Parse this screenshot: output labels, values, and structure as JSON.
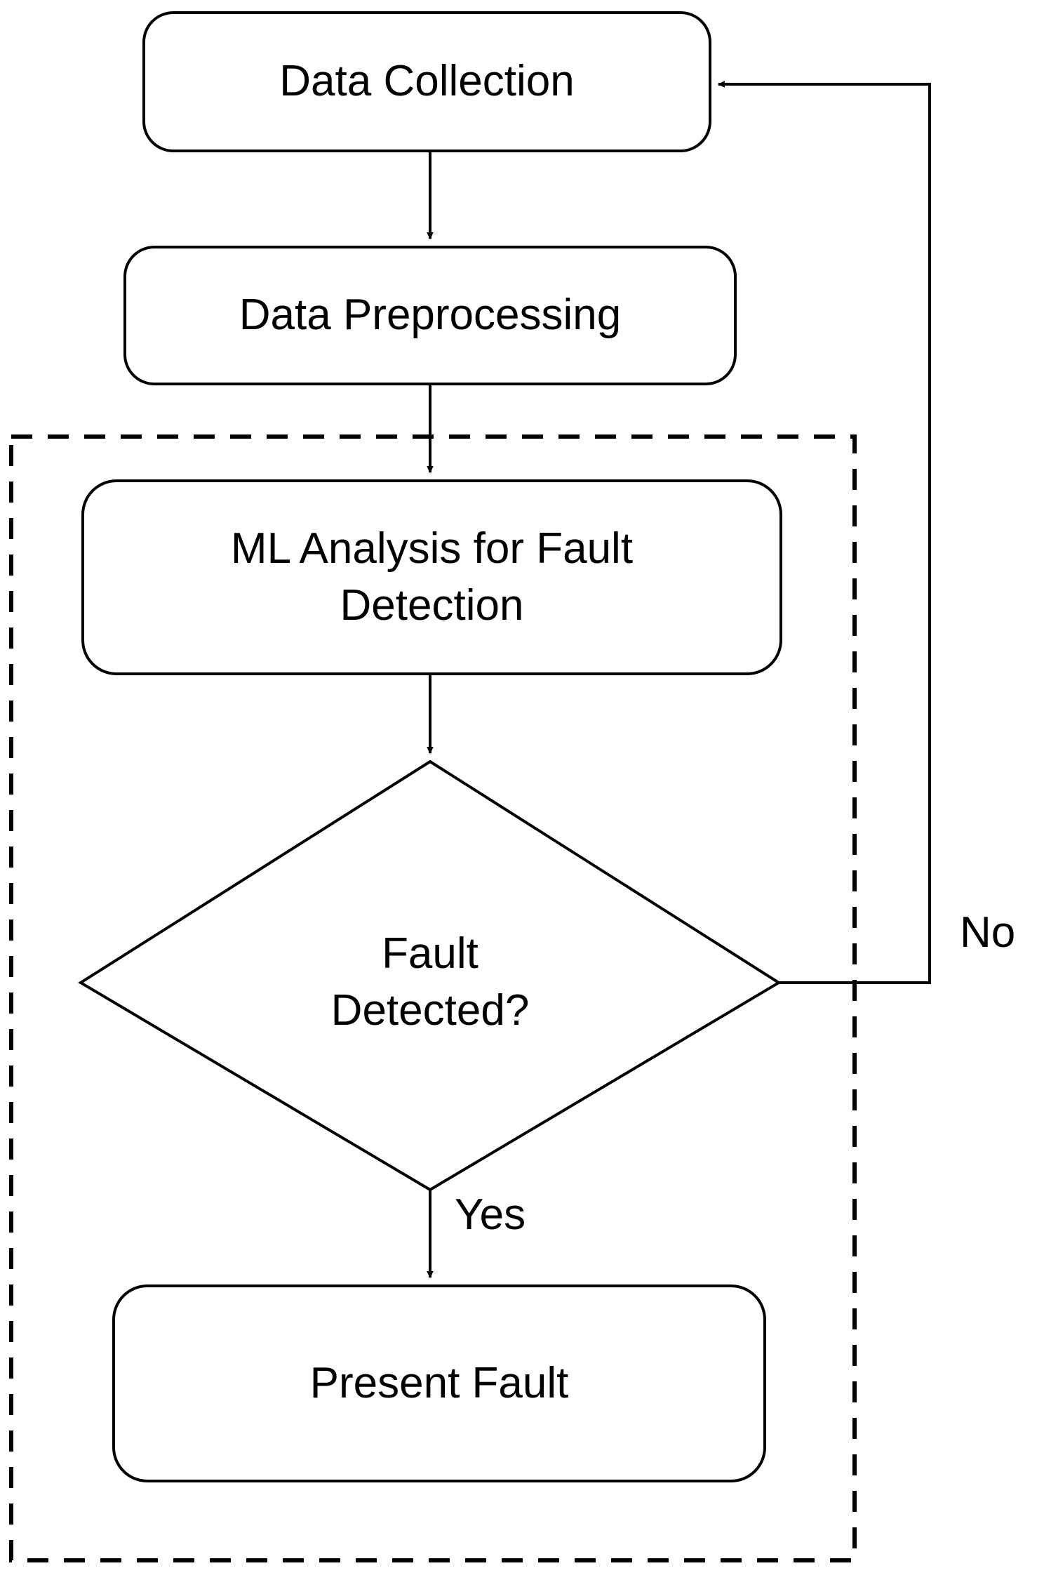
{
  "diagram": {
    "title": "ML fault detection flowchart",
    "stroke_color": "#000000",
    "background_color": "#ffffff",
    "nodes": [
      {
        "id": "data_collection",
        "shape": "rounded-rect",
        "label": "Data Collection"
      },
      {
        "id": "data_preprocessing",
        "shape": "rounded-rect",
        "label": "Data Preprocessing"
      },
      {
        "id": "ml_analysis",
        "shape": "rounded-rect",
        "label": "ML Analysis for Fault\nDetection"
      },
      {
        "id": "fault_decision",
        "shape": "diamond",
        "label": "Fault\nDetected?"
      },
      {
        "id": "present_fault",
        "shape": "rounded-rect",
        "label": "Present Fault"
      }
    ],
    "group": {
      "id": "ml_stage_group",
      "style": "dashed",
      "label": ""
    },
    "edges": [
      {
        "from": "data_collection",
        "to": "data_preprocessing",
        "label": ""
      },
      {
        "from": "data_preprocessing",
        "to": "ml_analysis",
        "label": ""
      },
      {
        "from": "ml_analysis",
        "to": "fault_decision",
        "label": ""
      },
      {
        "from": "fault_decision",
        "to": "present_fault",
        "label": "Yes"
      },
      {
        "from": "fault_decision",
        "to": "data_collection",
        "label": "No"
      }
    ],
    "labels": {
      "data_collection": "Data Collection",
      "data_preprocessing": "Data Preprocessing",
      "ml_analysis": "ML Analysis for Fault\nDetection",
      "fault_decision": "Fault\nDetected?",
      "present_fault": "Present Fault",
      "edge_no": "No",
      "edge_yes": "Yes"
    }
  }
}
